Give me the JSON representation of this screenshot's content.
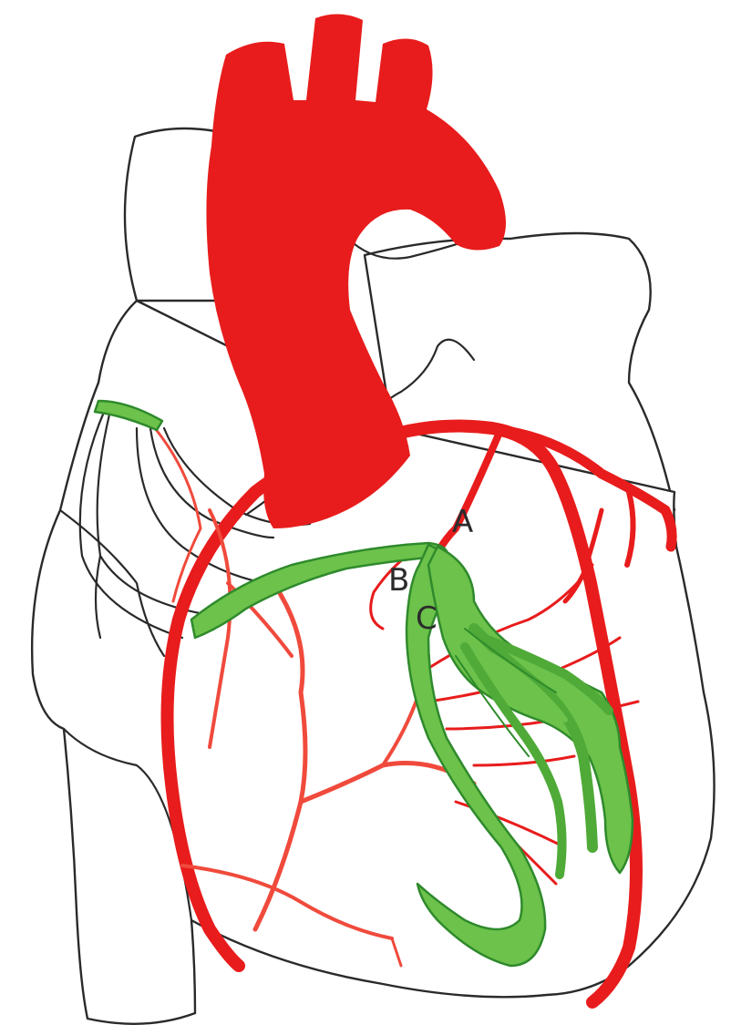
{
  "labels": {
    "a": "A",
    "b": "B",
    "c": "C"
  },
  "colors": {
    "artery": "#e81c1c",
    "artery_light": "#f04a3c",
    "conduction": "#5dbb3f",
    "conduction_dark": "#2e8b2b",
    "outline": "#2a2a2a",
    "background": "#ffffff"
  }
}
